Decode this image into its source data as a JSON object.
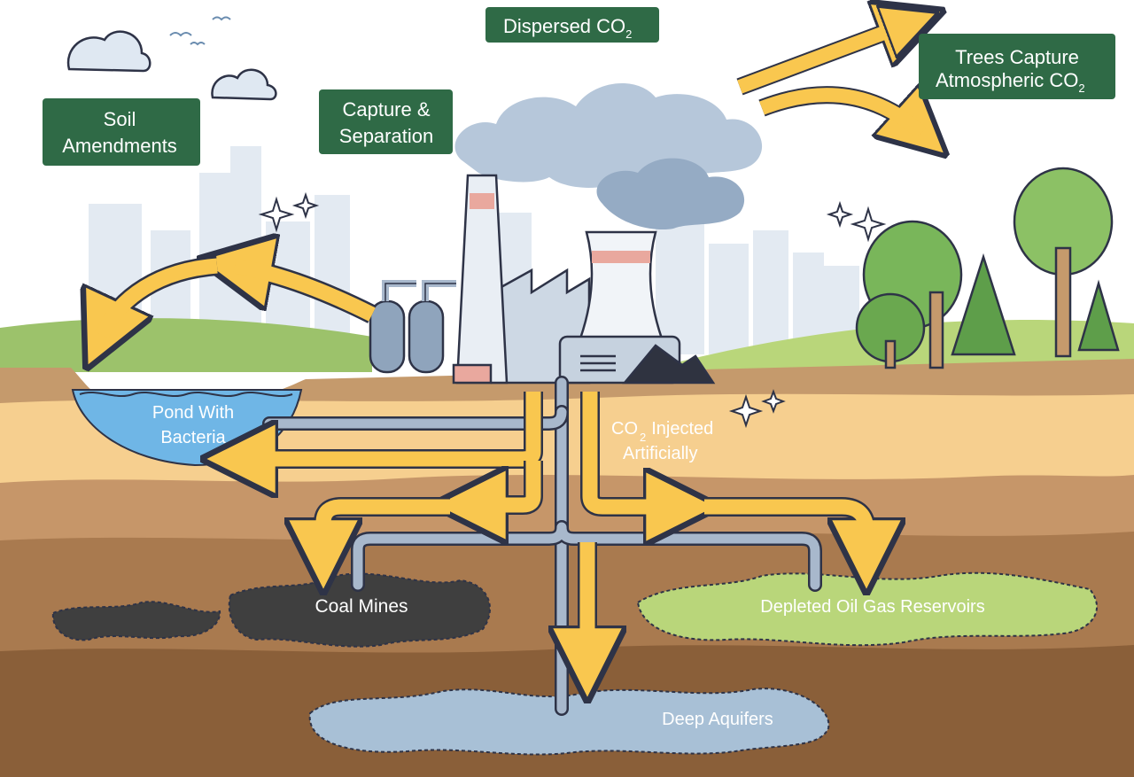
{
  "labels": {
    "dispersed": "Dispersed CO",
    "dispersed_sub": "2",
    "trees_line1": "Trees Capture",
    "trees_line2": "Atmospheric CO",
    "trees_sub": "2",
    "soil_line1": "Soil",
    "soil_line2": "Amendments",
    "capture_line1": "Capture &",
    "capture_line2": "Separation",
    "pond_line1": "Pond With",
    "pond_line2": "Bacteria",
    "injected_line1": "CO",
    "injected_line1b": "Injected",
    "injected_sub": "2",
    "injected_line2": "Artificially",
    "coal": "Coal Mines",
    "oilgas": "Depleted Oil Gas Reservoirs",
    "aquifers": "Deep Aquifers"
  },
  "colors": {
    "label_bg": "#2f6a46",
    "label_text": "#ffffff",
    "arrow_fill": "#f9c74f",
    "outline": "#2e3347",
    "pipe": "#a8b8cc",
    "sky_city": "#dde6ef",
    "smoke": "#b6c7da",
    "grass": "#9cc26b",
    "soil_top": "#c59a6c",
    "soil_band": "#f6cf8f",
    "soil_mid": "#b88658",
    "soil_deep": "#9a6d43",
    "soil_bottom": "#8a5f39",
    "coal": "#3f3f3f",
    "reservoir": "#b9d67a",
    "aquifer": "#a8c0d6",
    "pond": "#6fb6e6"
  }
}
